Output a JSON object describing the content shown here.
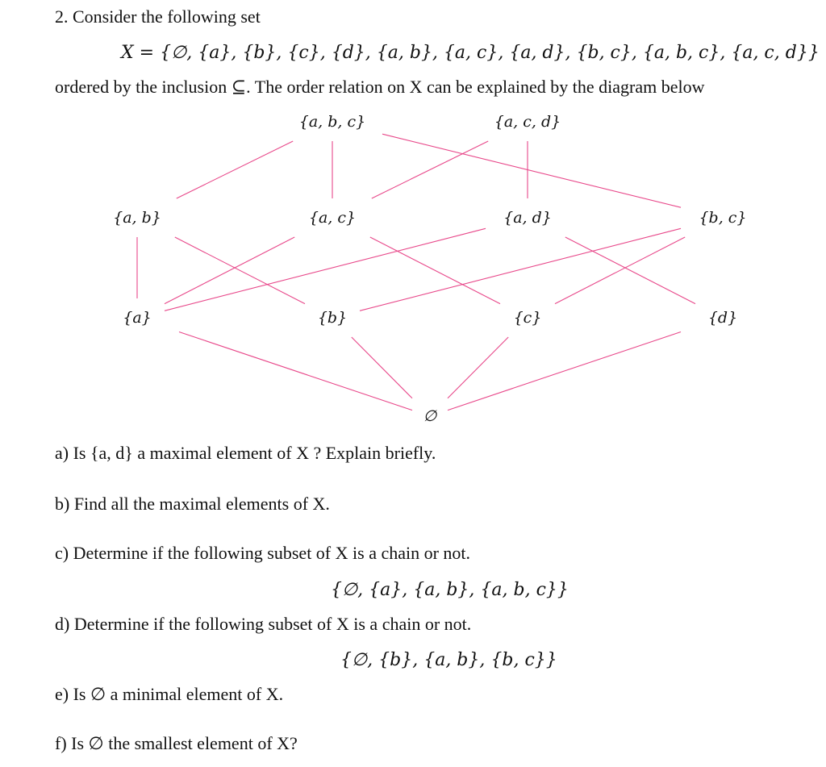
{
  "problem": {
    "intro": "2. Consider the following set",
    "set_definition": "X = {∅, {a}, {b}, {c}, {d}, {a, b}, {a, c}, {a, d}, {b, c}, {a, b, c}, {a, c, d}}",
    "order_sentence": "ordered by the inclusion ⊆. The order relation on X can be explained by the diagram below"
  },
  "diagram": {
    "nodes": {
      "abc": "{a, b, c}",
      "acd": "{a, c, d}",
      "ab": "{a, b}",
      "ac": "{a, c}",
      "ad": "{a, d}",
      "bc": "{b, c}",
      "a": "{a}",
      "b": "{b}",
      "c": "{c}",
      "d": "{d}",
      "empty": "∅"
    },
    "edges": [
      [
        "ab",
        "abc"
      ],
      [
        "ac",
        "abc"
      ],
      [
        "bc",
        "abc"
      ],
      [
        "ac",
        "acd"
      ],
      [
        "ad",
        "acd"
      ],
      [
        "a",
        "ab"
      ],
      [
        "b",
        "ab"
      ],
      [
        "a",
        "ac"
      ],
      [
        "c",
        "ac"
      ],
      [
        "a",
        "ad"
      ],
      [
        "d",
        "ad"
      ],
      [
        "b",
        "bc"
      ],
      [
        "c",
        "bc"
      ],
      [
        "empty",
        "a"
      ],
      [
        "empty",
        "b"
      ],
      [
        "empty",
        "c"
      ],
      [
        "empty",
        "d"
      ]
    ],
    "line_color": "#e8488a"
  },
  "questions": {
    "a": "a) Is {a, d} a maximal element of X ? Explain briefly.",
    "b": "b) Find all the maximal elements of X.",
    "c": "c) Determine if the following subset of X is a chain or not.",
    "c_set": "{∅, {a}, {a, b}, {a, b, c}}",
    "d": "d) Determine if the following subset of X is a chain or not.",
    "d_set": "{∅, {b}, {a, b}, {b, c}}",
    "e": "e) Is ∅ a minimal element of X.",
    "f": "f) Is ∅ the smallest element of X?"
  }
}
